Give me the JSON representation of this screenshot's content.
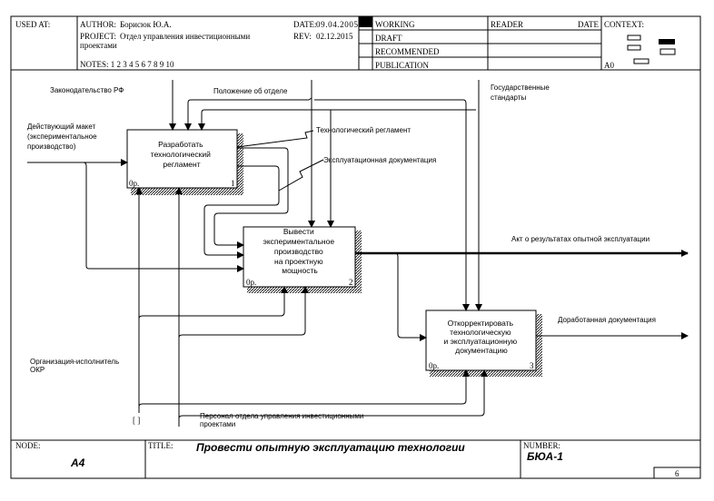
{
  "header": {
    "used_at": "USED AT:",
    "author_label": "AUTHOR:",
    "author": "Борисюк Ю.А.",
    "project_label": "PROJECT:",
    "project_line1": "Отдел управления инвестиционными",
    "project_line2": "проектами",
    "date_label": "DATE:",
    "date": "09.04.2005",
    "rev_label": "REV:",
    "rev": "02.12.2015",
    "notes": "NOTES:  1  2  3  4  5  6  7  8  9  10",
    "status": [
      "WORKING",
      "DRAFT",
      "RECOMMENDED",
      "PUBLICATION"
    ],
    "reader": "READER",
    "reader_date": "DATE",
    "context": "CONTEXT:",
    "context_node": "A0"
  },
  "boxes": [
    {
      "title": [
        "Разработать",
        "технологический",
        "регламент"
      ],
      "cost": "0р.",
      "number": "1"
    },
    {
      "title": [
        "Вывести",
        "экспериментальное",
        "производство",
        "на проектную",
        "мощность"
      ],
      "cost": "0р.",
      "number": "2"
    },
    {
      "title": [
        "Откорректировать",
        "технологическую",
        "и эксплуатационную",
        "документацию"
      ],
      "cost": "0р.",
      "number": "3"
    }
  ],
  "arrows": {
    "law": "Законодательство РФ",
    "regulation": "Положение об отделе",
    "standards": [
      "Государственные",
      "стандарты"
    ],
    "current_model": [
      "Действующий макет",
      "(экспериментальное",
      "производство)"
    ],
    "tech_regulation": "Технологический регламент",
    "operation_docs": "Эксплуатационная документация",
    "act": "Акт о результатах опытной эксплуатации",
    "revised_docs": "Доработанная документация",
    "contractor": [
      "Организация-исполнитель",
      "ОКР"
    ],
    "personnel": [
      "Персонал отдела управления инвестиционными",
      "проектами"
    ],
    "tunnel": "[ ]"
  },
  "footer": {
    "node_label": "NODE:",
    "node": "А4",
    "title_label": "TITLE:",
    "title": "Провести  опытную эксплуатацию технологии",
    "number_label": "NUMBER:",
    "number": "БЮА-1",
    "page": "6"
  }
}
